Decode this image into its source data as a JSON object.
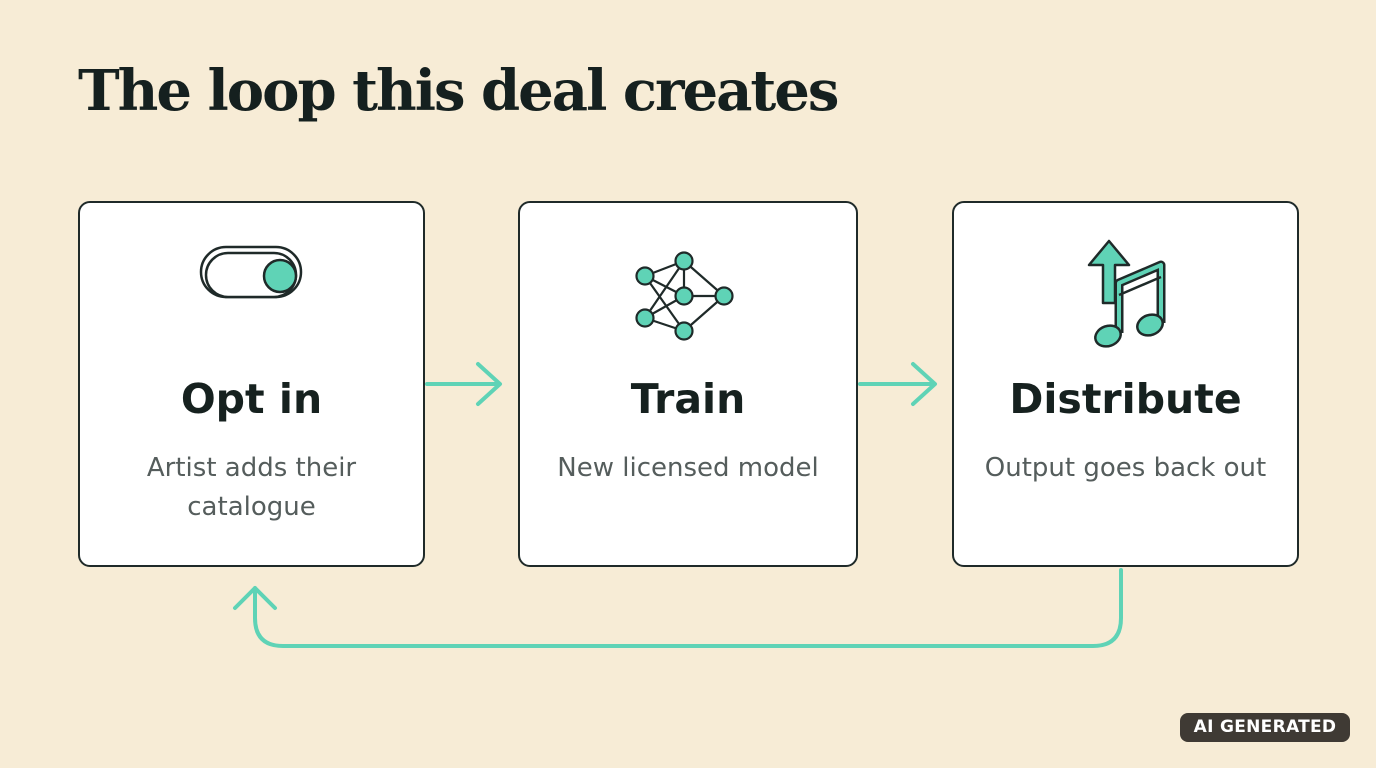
{
  "title": "The loop this deal creates",
  "steps": [
    {
      "title": "Opt in",
      "description": "Artist adds their catalogue",
      "icon": "toggle-switch-icon"
    },
    {
      "title": "Train",
      "description": "New licensed model",
      "icon": "neural-network-icon"
    },
    {
      "title": "Distribute",
      "description": "Output goes back out",
      "icon": "upload-music-note-icon"
    }
  ],
  "badge": "AI GENERATED",
  "colors": {
    "background": "#f7ecd6",
    "accent": "#5fd3b6",
    "outline": "#1f2a29",
    "text": "#16211f",
    "muted_text": "#555d5c"
  }
}
